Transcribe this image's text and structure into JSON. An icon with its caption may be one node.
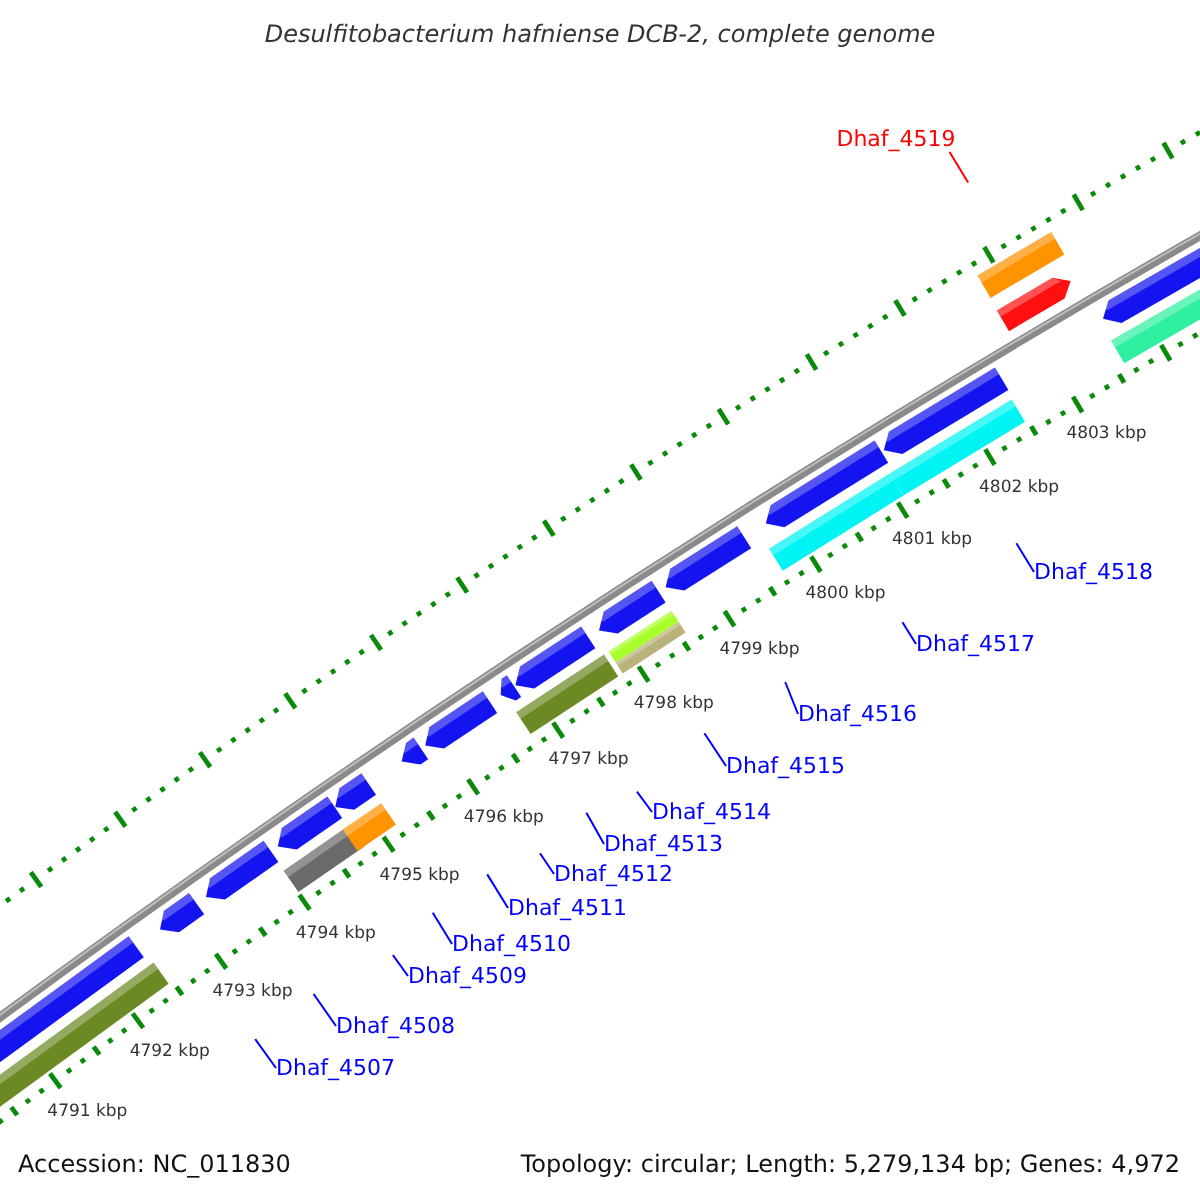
{
  "diagram": {
    "title": "Desulfitobacterium hafniense DCB-2, complete genome",
    "nodes": [
      {
        "text": [
          "Dhaf_4519"
        ]
      },
      {
        "text": [
          "Dhaf_4518"
        ]
      },
      {
        "text": [
          "Dhaf_4517"
        ]
      },
      {
        "text": [
          "Dhaf_4516"
        ]
      },
      {
        "text": [
          "Dhaf_4515"
        ]
      },
      {
        "text": [
          "Dhaf_4514"
        ]
      },
      {
        "text": [
          "Dhaf_4513"
        ]
      },
      {
        "text": [
          "Dhaf_4512"
        ]
      },
      {
        "text": [
          "Dhaf_4511"
        ]
      },
      {
        "text": [
          "Dhaf_4510"
        ]
      },
      {
        "text": [
          "Dhaf_4509"
        ]
      },
      {
        "text": [
          "Dhaf_4508"
        ]
      },
      {
        "text": [
          "Dhaf_4507"
        ]
      }
    ],
    "edges": [
      {
        "from": 0,
        "to": null,
        "arrow": "none",
        "color": "#ff0000"
      },
      {
        "from": 1,
        "to": null,
        "arrow": "none"
      },
      {
        "from": 2,
        "to": null,
        "arrow": "none"
      },
      {
        "from": 3,
        "to": null,
        "arrow": "none"
      },
      {
        "from": 4,
        "to": null,
        "arrow": "none"
      },
      {
        "from": 5,
        "to": null,
        "arrow": "none"
      },
      {
        "from": 6,
        "to": null,
        "arrow": "none"
      },
      {
        "from": 7,
        "to": null,
        "arrow": "none"
      },
      {
        "from": 8,
        "to": null,
        "arrow": "none"
      },
      {
        "from": 9,
        "to": null,
        "arrow": "none"
      },
      {
        "from": 10,
        "to": null,
        "arrow": "none"
      },
      {
        "from": 11,
        "to": null,
        "arrow": "none"
      },
      {
        "from": 12,
        "to": null,
        "arrow": "none"
      }
    ],
    "labels": [
      "4791 kbp",
      "4792 kbp",
      "4793 kbp",
      "4794 kbp",
      "4795 kbp",
      "4796 kbp",
      "4797 kbp",
      "4798 kbp",
      "4799 kbp",
      "4800 kbp",
      "4801 kbp",
      "4802 kbp",
      "4803 kbp",
      "Accession: NC_011830",
      "Topology: circular; Length: 5,279,134 bp; Genes: 4,972"
    ]
  }
}
